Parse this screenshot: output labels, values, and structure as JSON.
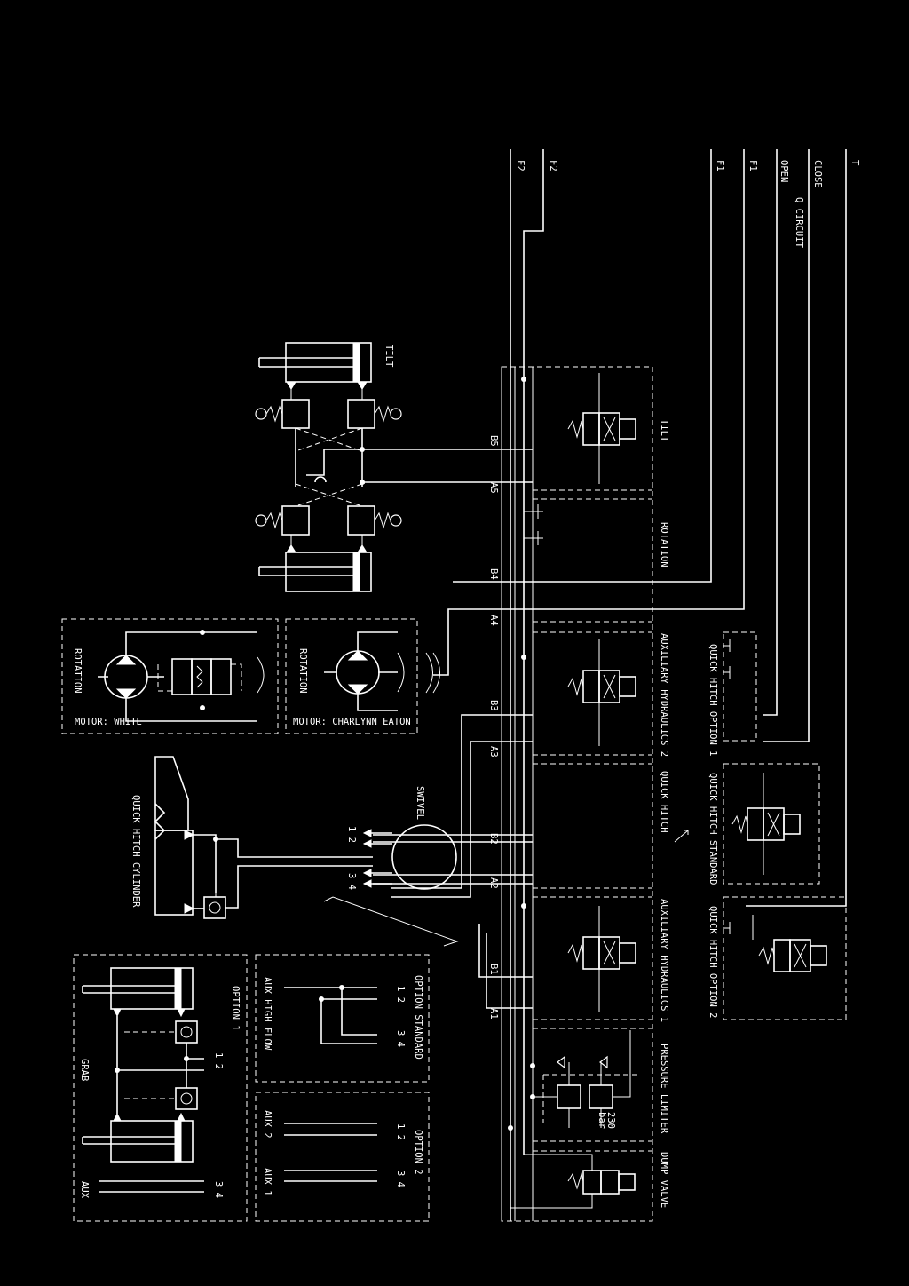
{
  "colors": {
    "background": "#000000",
    "line": "#ffffff"
  },
  "ports": [
    "T",
    "CLOSE",
    "OPEN",
    "F1",
    "F1",
    "F2",
    "F2"
  ],
  "q_circuit": "Q CIRCUIT",
  "valve_sections": [
    "TILT",
    "ROTATION",
    "AUXILIARY HYDRAULICS 2",
    "QUICK HITCH",
    "AUXILIARY HYDRAULICS 1",
    "PRESSURE LIMITER",
    "DUMP VALVE"
  ],
  "work_ports": [
    "B5",
    "A5",
    "B4",
    "A4",
    "B3",
    "A3",
    "B2",
    "A2",
    "B1",
    "A1"
  ],
  "qh_options": [
    "QUICK HITCH OPTION 1",
    "QUICK HITCH STANDARD",
    "QUICK HITCH OPTION 2"
  ],
  "tilt_label": "TILT",
  "motors": [
    {
      "rotation_label": "ROTATION",
      "name": "MOTOR: WHITE"
    },
    {
      "rotation_label": "ROTATION",
      "name": "MOTOR: CHARLYNN EATON"
    }
  ],
  "swivel": {
    "label": "SWIVEL",
    "ports_top": "1 2",
    "ports_bottom": "3 4"
  },
  "quick_hitch_cylinder": "QUICK HITCH CYLINDER",
  "options": {
    "standard": {
      "title": "OPTION STANDARD",
      "ports_a": "1 2",
      "ports_b": "3 4",
      "label": "AUX HIGH FLOW"
    },
    "option2": {
      "title": "OPTION 2",
      "ports_a": "1 2",
      "ports_b": "3 4",
      "aux2": "AUX 2",
      "aux1": "AUX 1"
    },
    "option1": {
      "title": "OPTION 1",
      "ports_a": "1 2",
      "ports_b": "3 4",
      "grab": "GRAB",
      "aux": "AUX"
    }
  },
  "pressure_value": "230",
  "pressure_unit": "bar"
}
